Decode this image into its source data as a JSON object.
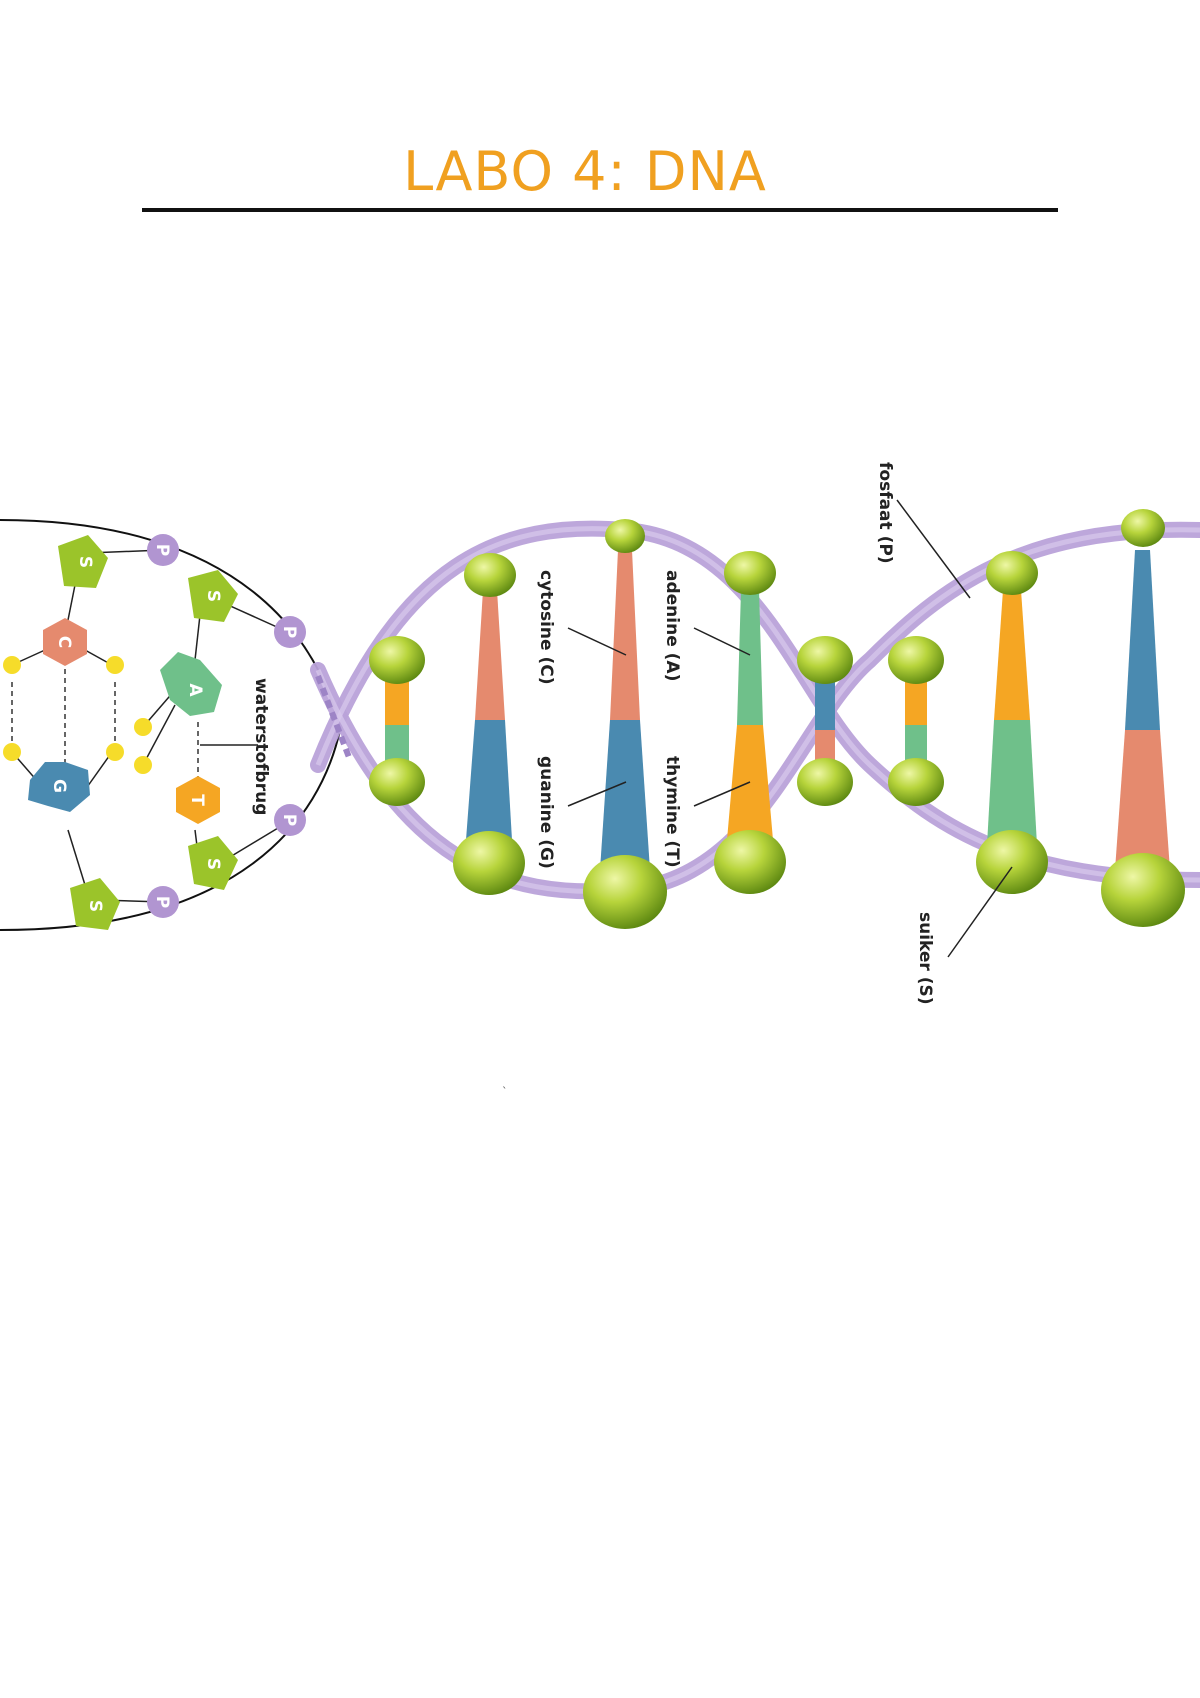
{
  "header": {
    "title": "LABO 4: DNA"
  },
  "figure": {
    "labels": {
      "waterstofbrug": "waterstofbrug",
      "cytosine": "cytosine (C)",
      "adenine": "adenine (A)",
      "guanine": "guanine (G)",
      "thymine": "thymine (T)",
      "fosfaat": "fosfaat (P)",
      "suiker": "suiker (S)"
    },
    "nodes": {
      "sugar": "S",
      "phosphate": "P",
      "cytosine": "C",
      "adenine": "A",
      "guanine": "G",
      "thymine": "T"
    },
    "stray_mark": "`"
  },
  "colors": {
    "title": "#f0a020",
    "backbone": "#b9a2d9",
    "sugar": "#9bc42a",
    "phosphate": "#b195d1",
    "cytosine": "#e58a6e",
    "adenine": "#6fc08a",
    "guanine": "#4a8ab0",
    "thymine": "#f5a623"
  }
}
